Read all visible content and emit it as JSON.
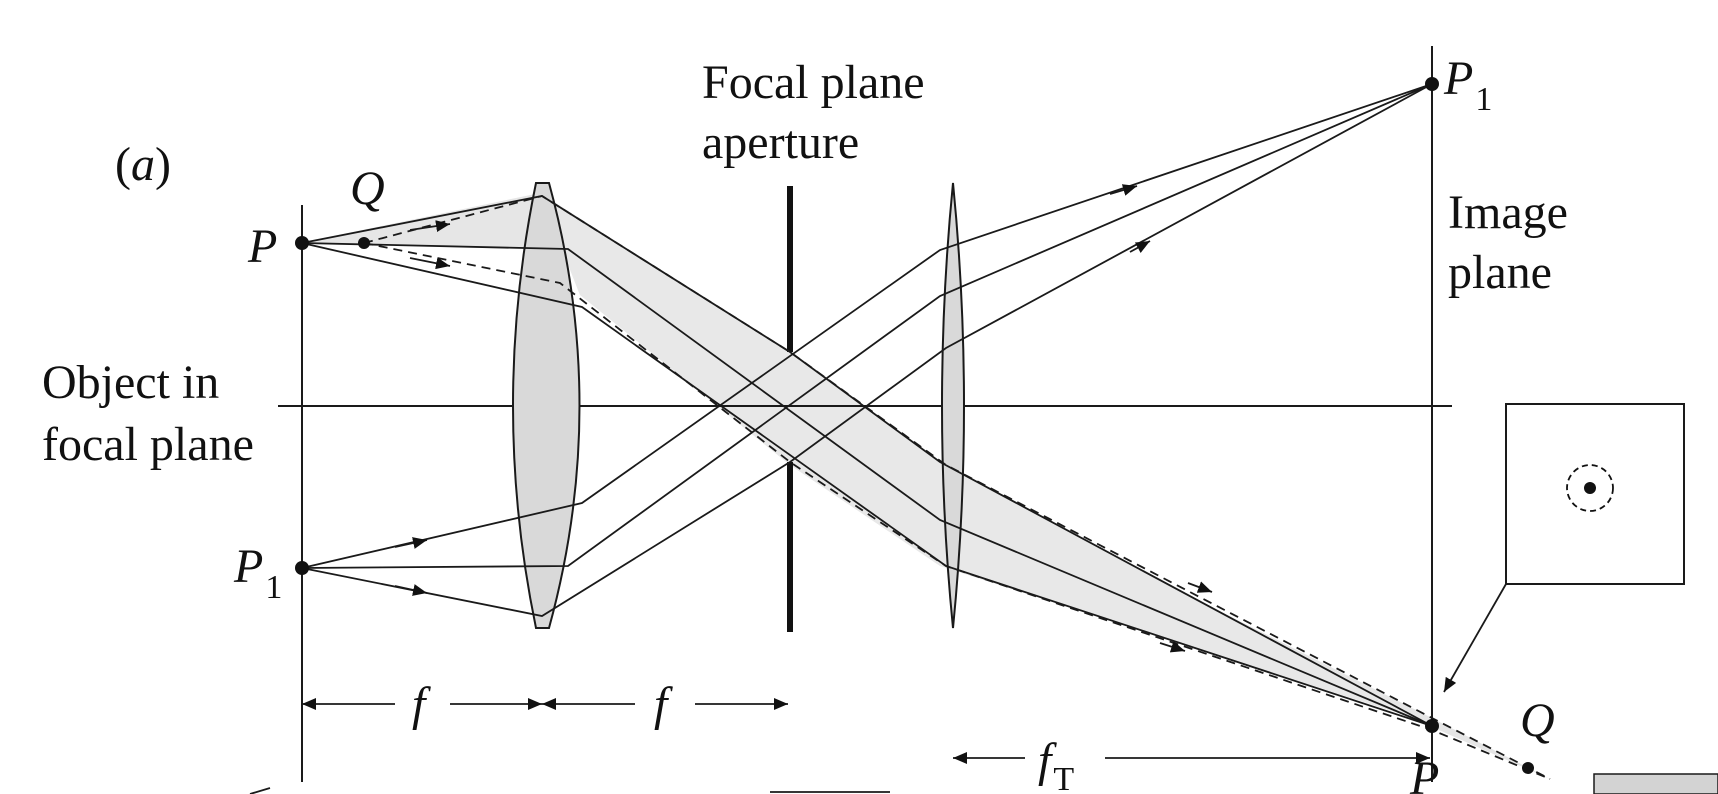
{
  "figure": {
    "panel_label": "(a)",
    "panel_letter": "a",
    "labels": {
      "focal_plane_aperture_line1": "Focal plane",
      "focal_plane_aperture_line2": "aperture",
      "image_plane_line1": "Image",
      "image_plane_line2": "plane",
      "object_line1": "Object in",
      "object_line2": "focal plane"
    },
    "points": {
      "object_P": "P",
      "object_Q": "Q",
      "object_P1": "P",
      "object_P1_sub": "1",
      "image_P1": "P",
      "image_P1_sub": "1",
      "image_P": "P",
      "image_Q": "Q"
    },
    "dimensions": {
      "f_left": "f",
      "f_middle": "f",
      "f_T": "f",
      "f_T_sub": "T"
    }
  }
}
